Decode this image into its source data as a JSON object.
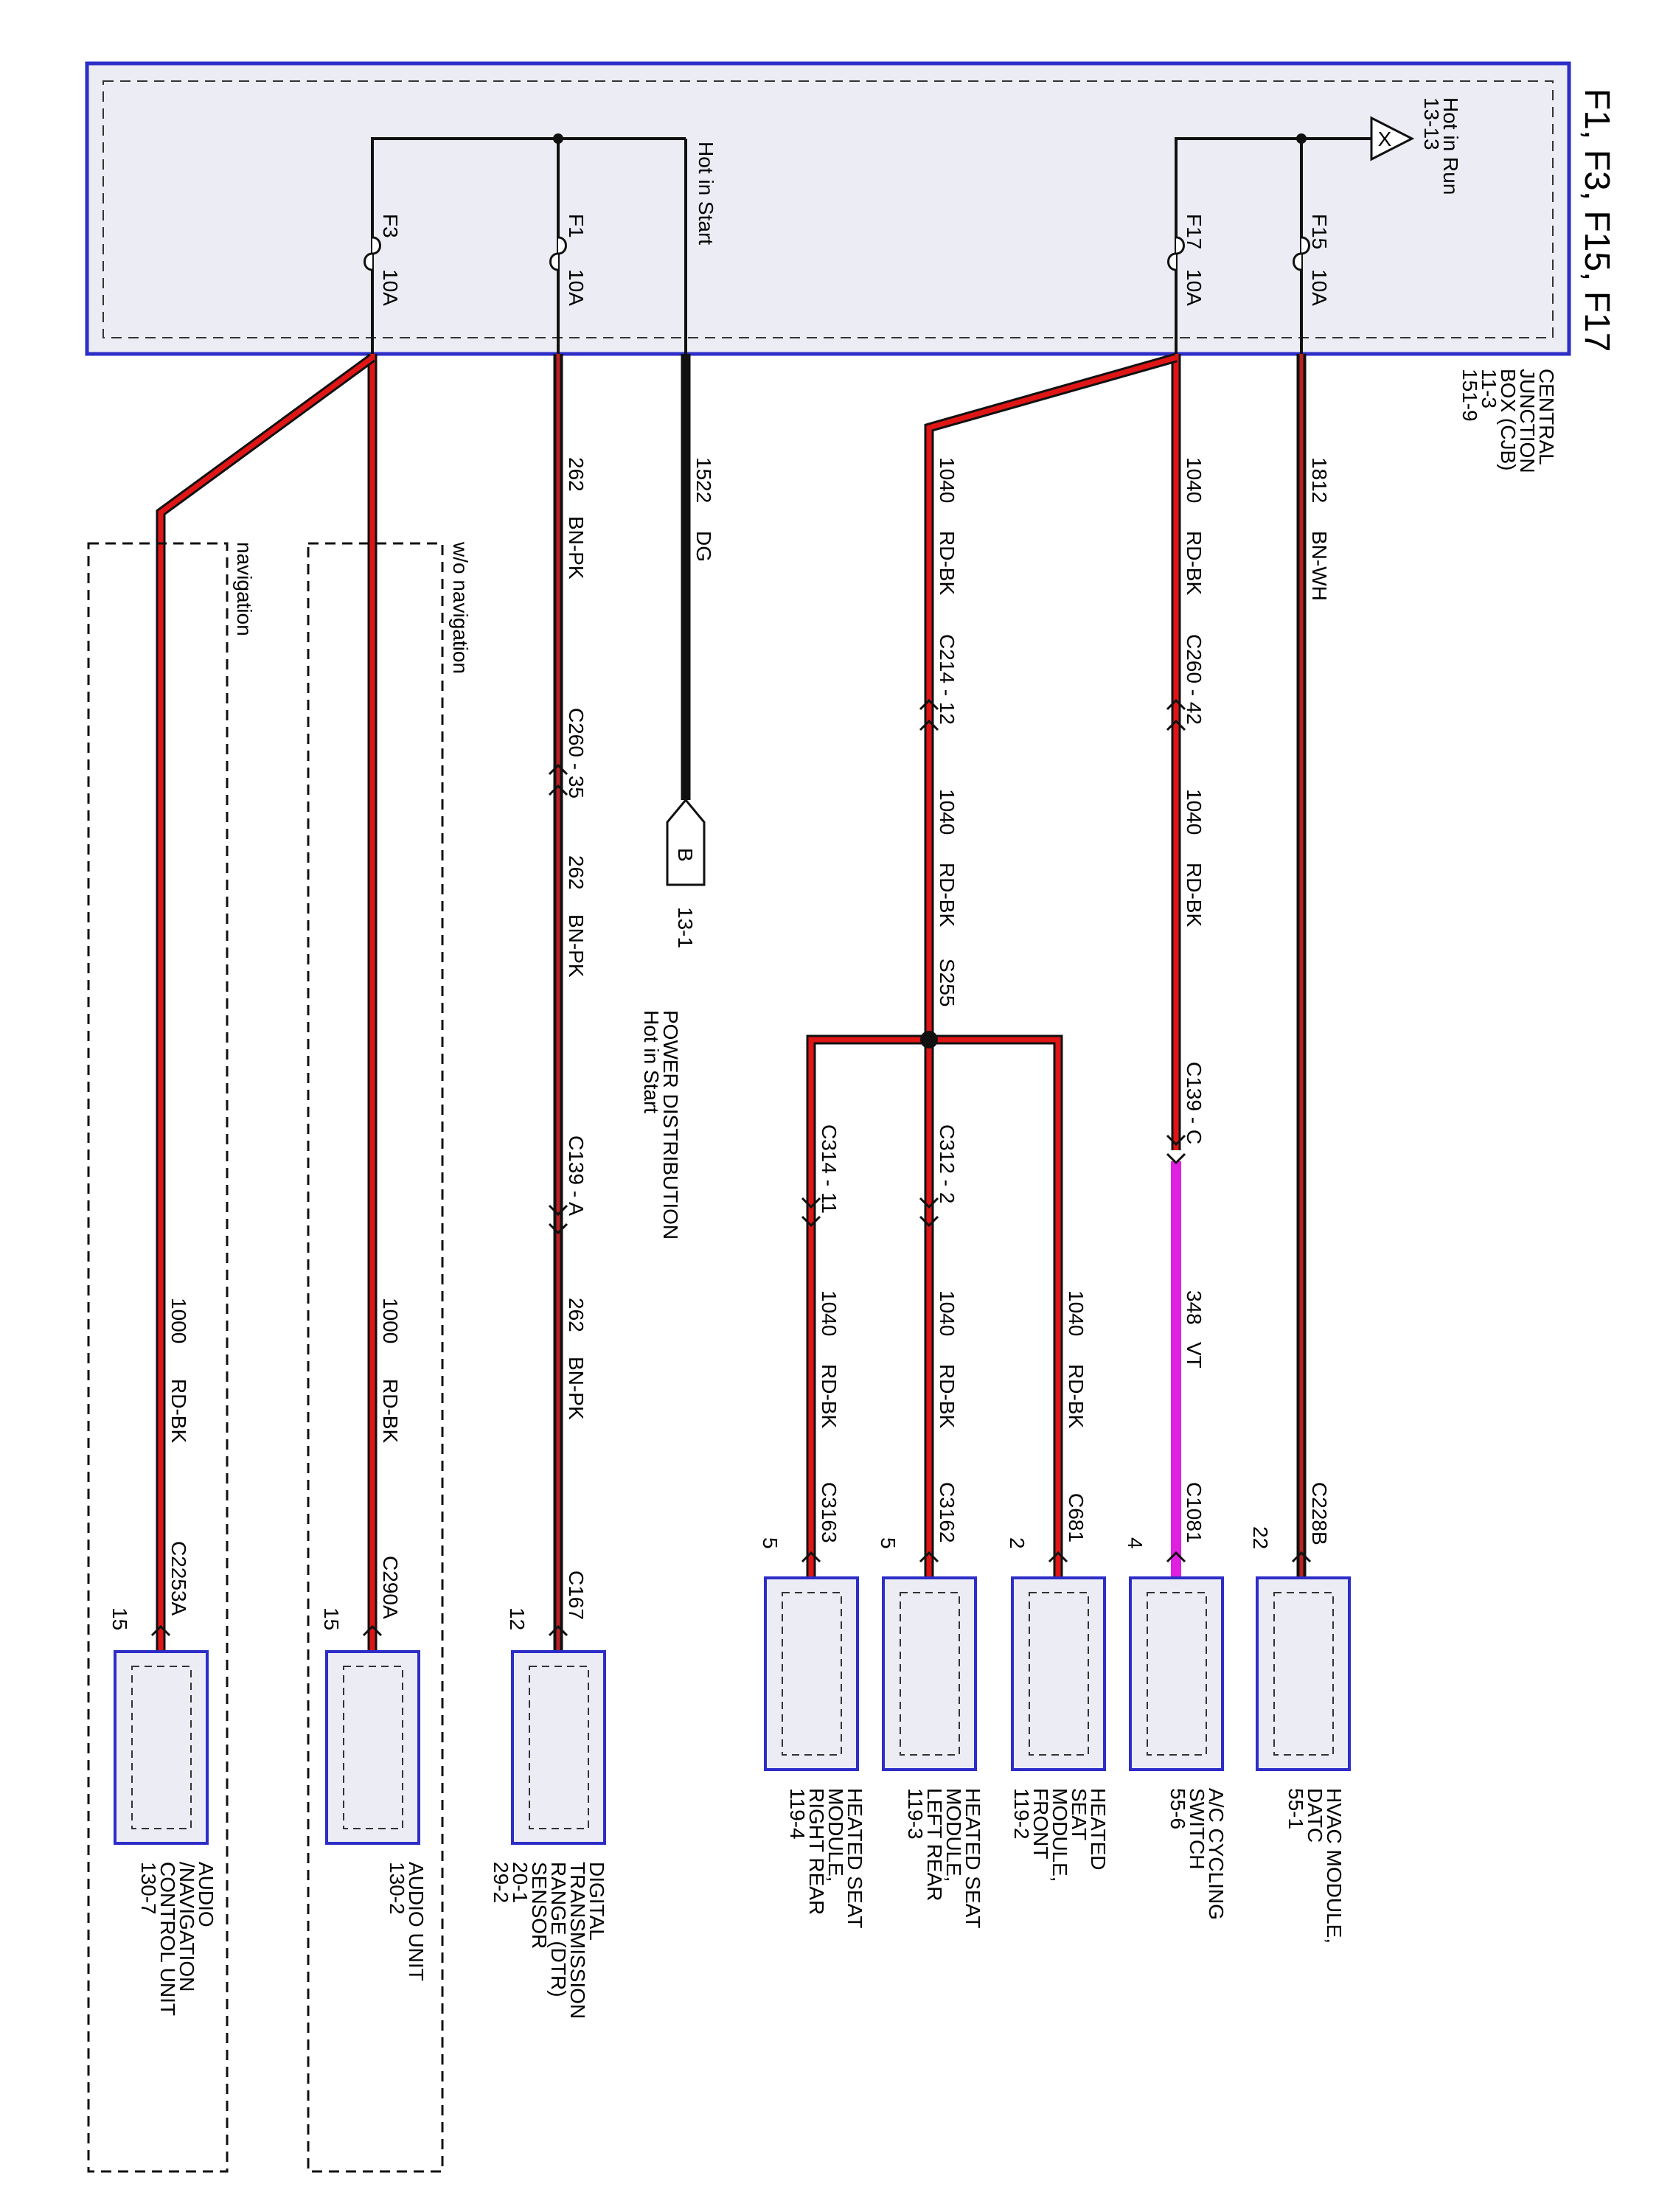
{
  "title": "F1, F3, F15, F17",
  "cjb": {
    "lines": [
      "CENTRAL",
      "JUNCTION",
      "BOX (CJB)",
      "11-3",
      "151-9"
    ]
  },
  "feeds": {
    "run": {
      "label": "Hot in Run",
      "ref": "13-13",
      "tag": "X"
    },
    "start": {
      "label": "Hot in Start"
    }
  },
  "fuses": {
    "f3": {
      "name": "F3",
      "amp": "10A"
    },
    "f1": {
      "name": "F1",
      "amp": "10A"
    },
    "f17": {
      "name": "F17",
      "amp": "10A"
    },
    "f15": {
      "name": "F15",
      "amp": "10A"
    }
  },
  "wires": {
    "w1812": {
      "circuit": "1812",
      "color": "BN-WH"
    },
    "w1040_f17": {
      "circuit": "1040",
      "color": "RD-BK"
    },
    "w1040_c260": {
      "circuit": "1040",
      "color": "RD-BK"
    },
    "w348": {
      "circuit": "348",
      "color": "VT"
    },
    "w1040_c214": {
      "circuit": "1040",
      "color": "RD-BK"
    },
    "w1040_s255": {
      "circuit": "1040",
      "color": "RD-BK"
    },
    "w1040_front": {
      "circuit": "1040",
      "color": "RD-BK"
    },
    "w1040_lr": {
      "circuit": "1040",
      "color": "RD-BK"
    },
    "w1040_rr": {
      "circuit": "1040",
      "color": "RD-BK"
    },
    "w1522": {
      "circuit": "1522",
      "color": "DG"
    },
    "w262_a": {
      "circuit": "262",
      "color": "BN-PK"
    },
    "w262_b": {
      "circuit": "262",
      "color": "BN-PK"
    },
    "w262_c": {
      "circuit": "262",
      "color": "BN-PK"
    },
    "w1000_au": {
      "circuit": "1000",
      "color": "RD-BK"
    },
    "w1000_nav": {
      "circuit": "1000",
      "color": "RD-BK"
    }
  },
  "inline_connectors": {
    "c260_42": "C260 - 42",
    "c139_c": "C139 - C",
    "c214_12": "C214 - 12",
    "s255": "S255",
    "c312_2": "C312 - 2",
    "c314_11": "C314 - 11",
    "c260_35": "C260 - 35",
    "c139_a": "C139 - A"
  },
  "power_distribution": {
    "tag": "B",
    "ref": "13-1",
    "lines": [
      "POWER DISTRIBUTION",
      "Hot in Start"
    ]
  },
  "options": {
    "wo_navigation": "w/o navigation",
    "navigation": "navigation"
  },
  "components": {
    "hvac": {
      "connector": "C228B",
      "pin": "22",
      "lines": [
        "HVAC MODULE,",
        "DATC",
        "55-1"
      ]
    },
    "ac": {
      "connector": "C1081",
      "pin": "4",
      "lines": [
        "A/C CYCLING",
        "SWITCH",
        "55-6"
      ]
    },
    "front": {
      "connector": "C681",
      "pin": "2",
      "lines": [
        "HEATED",
        "SEAT",
        "MODULE,",
        "FRONT",
        "119-2"
      ]
    },
    "left_rear": {
      "connector": "C3162",
      "pin": "5",
      "lines": [
        "HEATED SEAT",
        "MODULE,",
        "LEFT REAR",
        "119-3"
      ]
    },
    "right_rear": {
      "connector": "C3163",
      "pin": "5",
      "lines": [
        "HEATED SEAT",
        "MODULE,",
        "RIGHT REAR",
        "119-4"
      ]
    },
    "dtr": {
      "connector": "C167",
      "pin": "12",
      "lines": [
        "DIGITAL",
        "TRANSMISSION",
        "RANGE (DTR)",
        "SENSOR",
        "20-1",
        "29-2"
      ]
    },
    "audio": {
      "connector": "C290A",
      "pin": "15",
      "lines": [
        "AUDIO UNIT",
        "130-2"
      ]
    },
    "nav": {
      "connector": "C2253A",
      "pin": "15",
      "lines": [
        "AUDIO",
        "/NAVIGATION",
        "CONTROL UNIT",
        "130-7"
      ]
    }
  },
  "colors": {
    "box_border": "#2d2dc8",
    "box_fill": "#ececf4",
    "wire_red": "#e01616",
    "wire_black": "#111111",
    "wire_violet": "#e020e0"
  }
}
